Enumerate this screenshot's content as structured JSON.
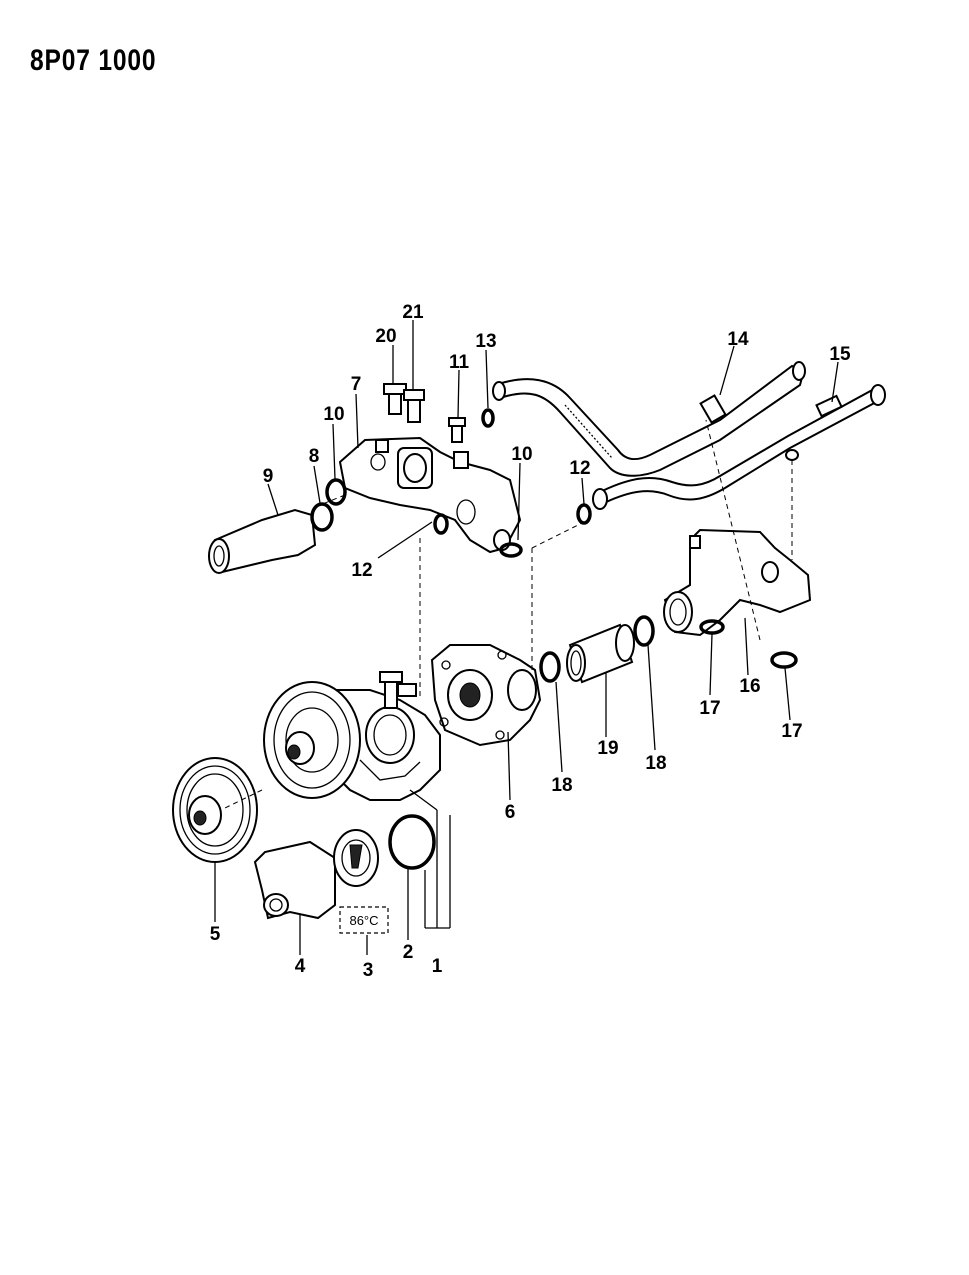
{
  "diagram_code": "8P07 1000",
  "callouts": {
    "c1": "1",
    "c2": "2",
    "c3": "3",
    "c4": "4",
    "c5": "5",
    "c6": "6",
    "c7": "7",
    "c8": "8",
    "c9": "9",
    "c10a": "10",
    "c10b": "10",
    "c11": "11",
    "c12a": "12",
    "c12b": "12",
    "c13": "13",
    "c14": "14",
    "c15": "15",
    "c16": "16",
    "c17a": "17",
    "c17b": "17",
    "c18a": "18",
    "c18b": "18",
    "c19": "19",
    "c20": "20",
    "c21": "21"
  },
  "thermostat_temp": "86°C"
}
